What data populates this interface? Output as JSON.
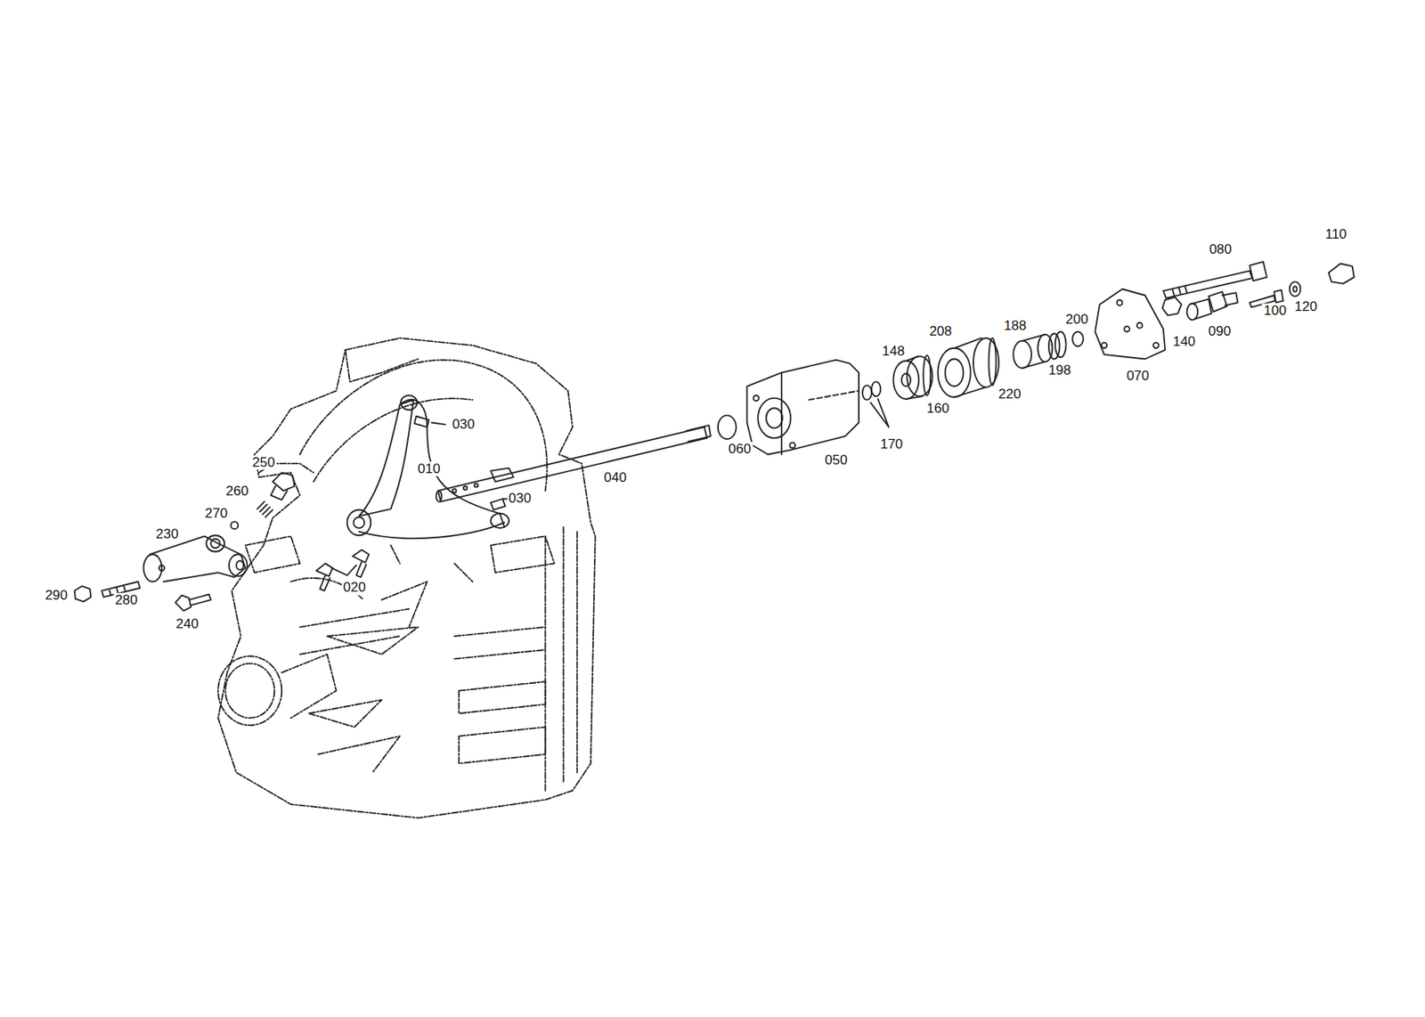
{
  "diagram": {
    "labels": [
      "110",
      "080",
      "188",
      "200",
      "208",
      "148",
      "100",
      "120",
      "090",
      "140",
      "198",
      "070",
      "220",
      "160",
      "030",
      "170",
      "060",
      "050",
      "250",
      "010",
      "040",
      "260",
      "030",
      "270",
      "230",
      "020",
      "290",
      "280",
      "240"
    ]
  }
}
